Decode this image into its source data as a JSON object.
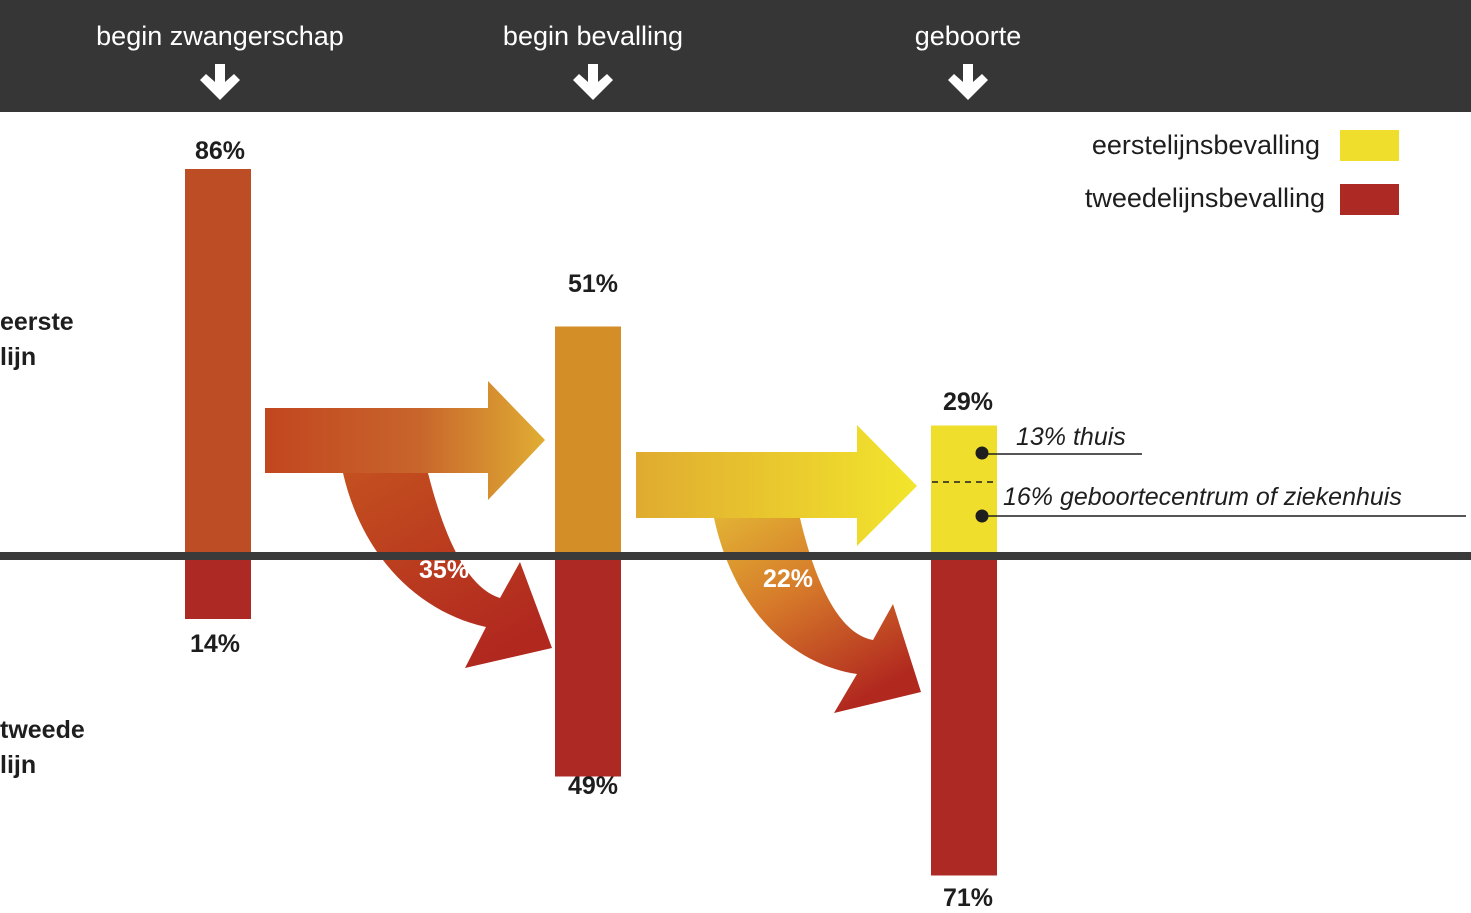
{
  "header": {
    "stages": [
      {
        "label": "begin zwangerschap"
      },
      {
        "label": "begin bevalling"
      },
      {
        "label": "geboorte"
      }
    ]
  },
  "side_labels": {
    "top": [
      "eerste",
      "lijn"
    ],
    "bottom": [
      "tweede",
      "lijn"
    ]
  },
  "legend": [
    {
      "label": "eerstelijnsbevalling",
      "color": "#f0de2c"
    },
    {
      "label": "tweedelijnsbevalling",
      "color": "#ad2a24"
    }
  ],
  "colors": {
    "header_bg": "#363636",
    "bar1_top": "#bd4d24",
    "bar2_top": "#d48e28",
    "bar3_top": "#f0de2c",
    "second_line": "#ad2a24",
    "divider": "#3a3a3a"
  },
  "chart_data": {
    "type": "bar",
    "categories": [
      "begin zwangerschap",
      "begin bevalling",
      "geboorte"
    ],
    "series": [
      {
        "values": [
          86,
          51,
          29
        ],
        "labels": [
          "86%",
          "51%",
          "29%"
        ]
      },
      {
        "values": [
          14,
          49,
          71
        ],
        "labels": [
          "14%",
          "49%",
          "71%"
        ]
      }
    ],
    "transfers": [
      {
        "from": "begin zwangerschap",
        "to": "begin bevalling",
        "value": 35,
        "label": "35%"
      },
      {
        "from": "begin bevalling",
        "to": "geboorte",
        "value": 22,
        "label": "22%"
      }
    ],
    "breakdown": [
      {
        "value": 13,
        "label": "13% thuis"
      },
      {
        "value": 16,
        "label": "16% geboortecentrum of ziekenhuis"
      }
    ]
  }
}
